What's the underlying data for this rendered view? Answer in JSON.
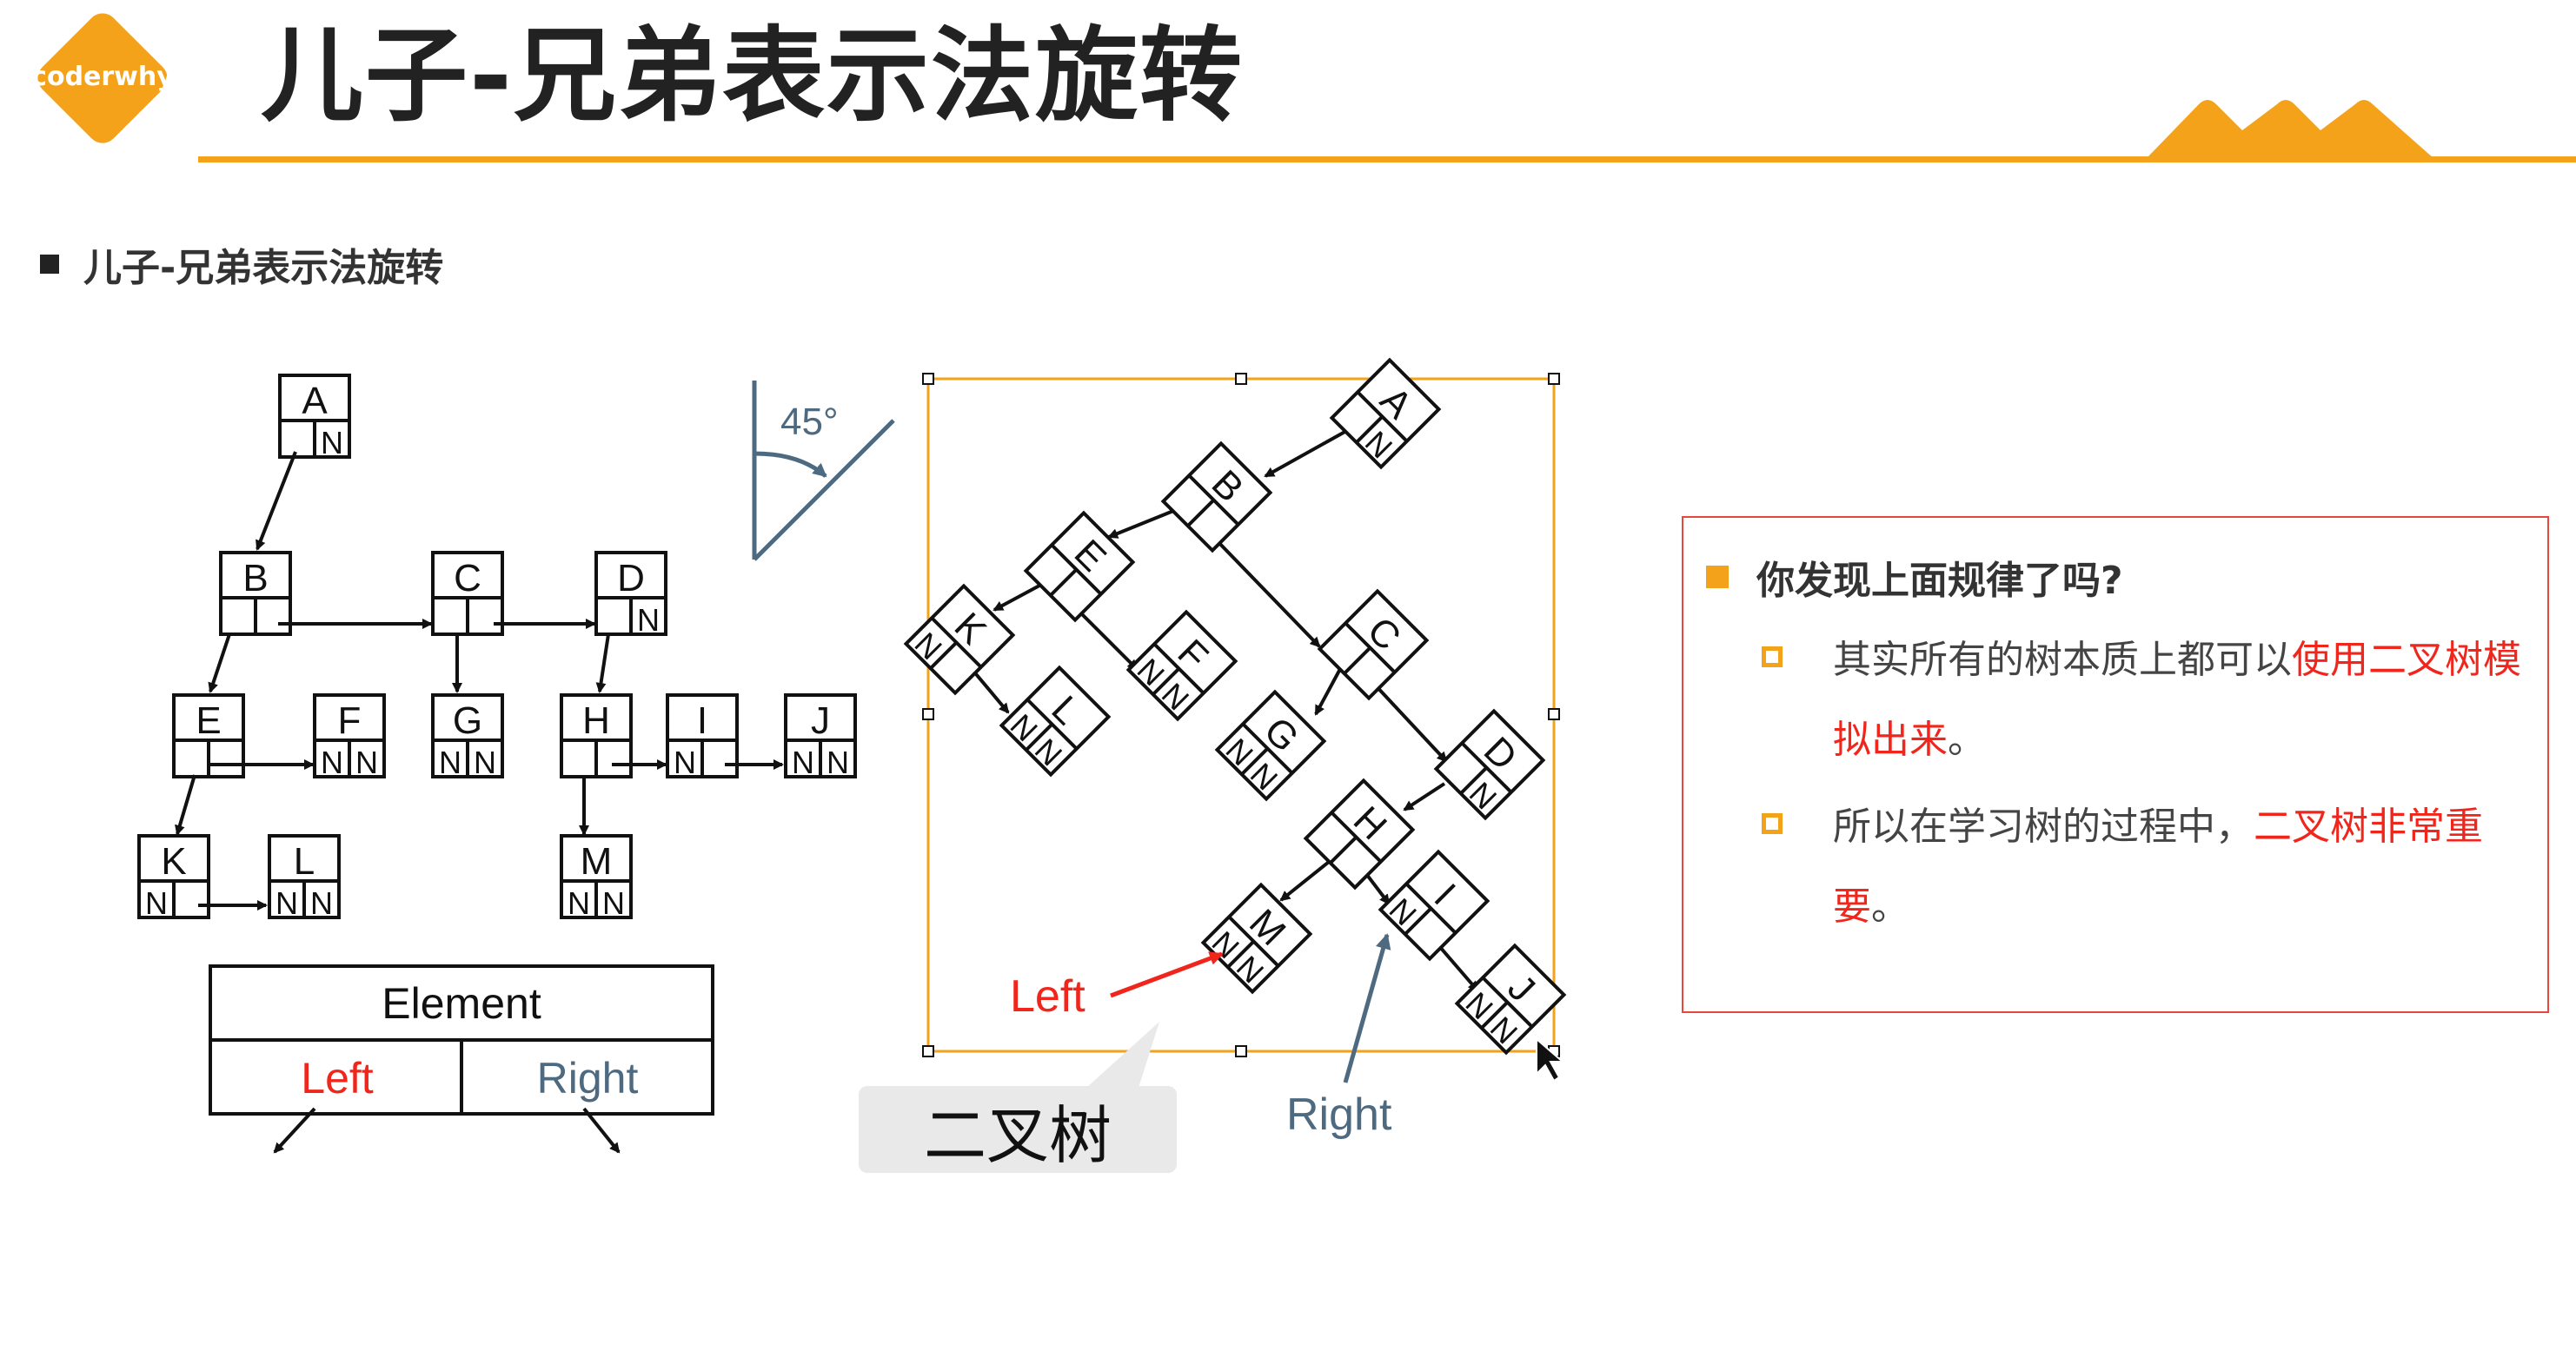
{
  "logo": {
    "text": "coderwhy",
    "color": "#f5a21b"
  },
  "header": {
    "title": "儿子-兄弟表示法旋转"
  },
  "section": {
    "title": "儿子-兄弟表示法旋转"
  },
  "diagram": {
    "angle_label": "45°",
    "legend": {
      "element": "Element",
      "left": "Left",
      "right": "Right"
    },
    "tree_nodes": [
      "A",
      "B",
      "C",
      "D",
      "E",
      "F",
      "G",
      "H",
      "I",
      "J",
      "K",
      "L",
      "M"
    ],
    "null_marker": "N",
    "binary_left_label": "Left",
    "binary_right_label": "Right",
    "binary_caption": "二叉树"
  },
  "note": {
    "question": "你发现上面规律了吗?",
    "item1_plain": "其实所有的树本质上都可以",
    "item1_red": "使用二叉树模拟出来",
    "item1_end": "。",
    "item2_plain": "所以在学习树的过程中，",
    "item2_red": "二叉树非常重要",
    "item2_end": "。"
  },
  "colors": {
    "accent": "#f5a21b",
    "red": "#f0261c",
    "slate": "#4e6a80"
  }
}
